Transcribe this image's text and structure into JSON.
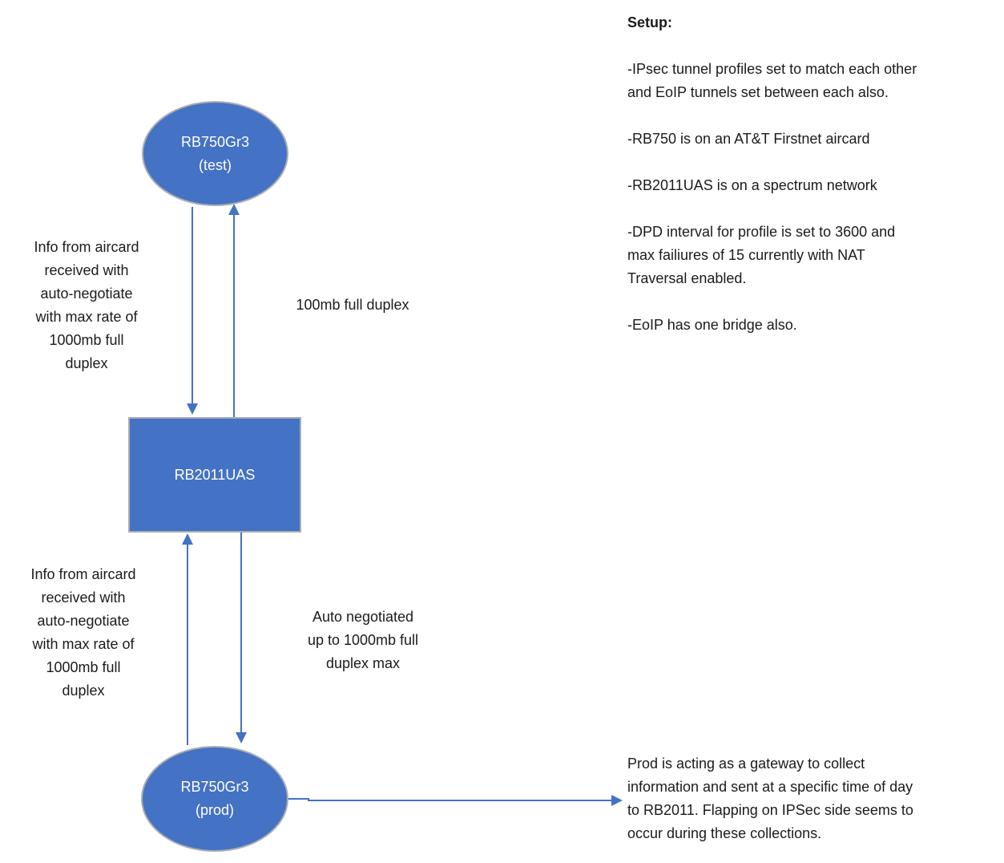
{
  "colors": {
    "node_fill": "#4472C4",
    "node_border": "#AAADB3",
    "arrow": "#4472C4",
    "text": "#1B1B1B"
  },
  "nodes": {
    "test": {
      "label": "RB750Gr3\n(test)"
    },
    "hub": {
      "label": "RB2011UAS"
    },
    "prod": {
      "label": "RB750Gr3\n(prod)"
    }
  },
  "edge_labels": {
    "aircard_info_top": "Info from aircard\nreceived with\nauto-negotiate\nwith max rate of\n1000mb full\nduplex",
    "link_test": "100mb full duplex",
    "aircard_info_bottom": "Info from aircard\nreceived with\nauto-negotiate\nwith max rate of\n1000mb full\nduplex",
    "link_prod": "Auto negotiated\nup to 1000mb full\nduplex max"
  },
  "setup_notes": {
    "heading": "Setup:",
    "items": [
      "-IPsec tunnel profiles set to match each other\nand EoIP tunnels set between each also.",
      "-RB750 is on an AT&T Firstnet aircard",
      "-RB2011UAS is on a spectrum network",
      "-DPD interval for profile is set to 3600 and\nmax failiures of 15 currently with NAT\nTraversal enabled.",
      "-EoIP has one bridge also."
    ]
  },
  "prod_note": "Prod is acting as a gateway to collect\ninformation and sent at a specific time of day\nto RB2011. Flapping on IPSec side seems to\noccur during these collections."
}
